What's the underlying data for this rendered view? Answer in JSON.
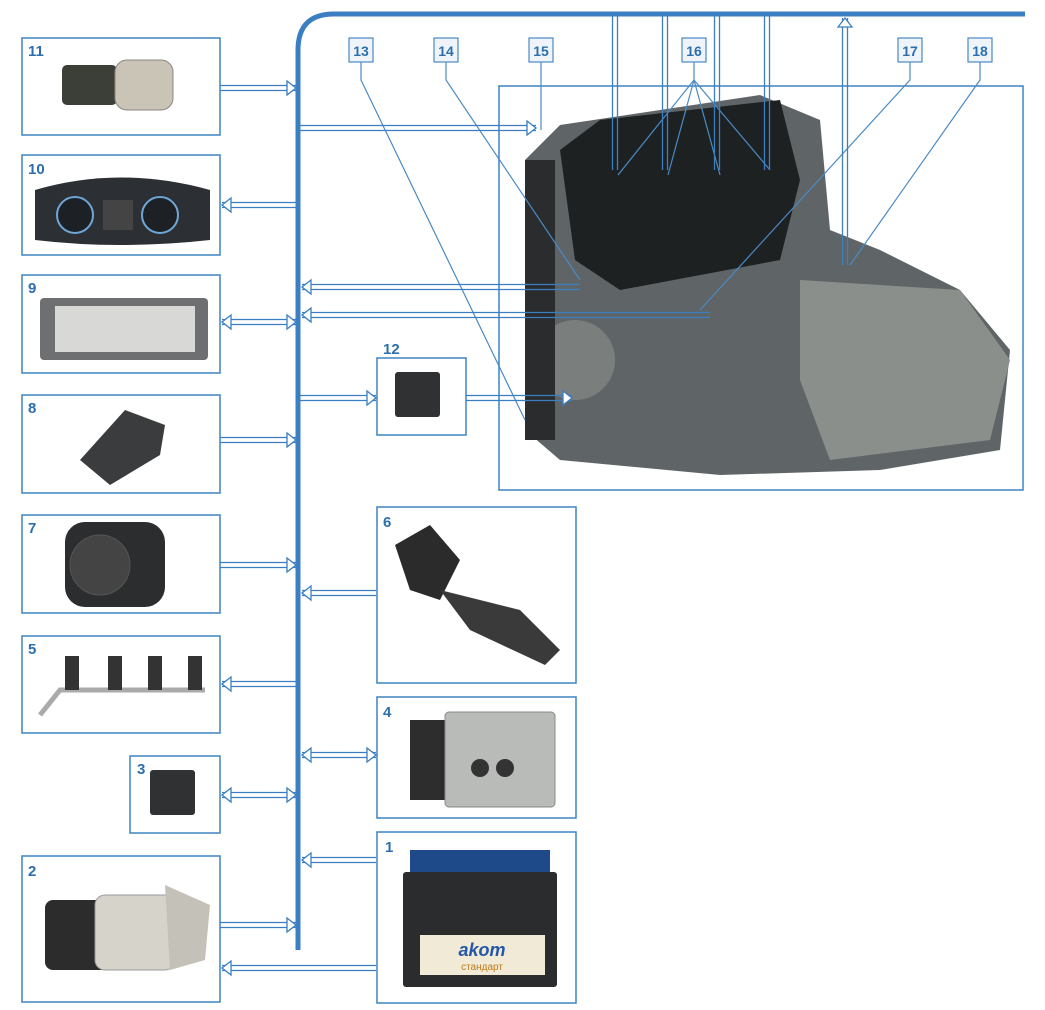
{
  "diagram": {
    "title": "Engine management system components",
    "component_numbers": [
      "1",
      "2",
      "3",
      "4",
      "5",
      "6",
      "7",
      "8",
      "9",
      "10",
      "11",
      "12"
    ],
    "callouts": [
      "13",
      "14",
      "15",
      "16",
      "17",
      "18"
    ],
    "battery_brand": "akom",
    "battery_subbrand": "стандарт"
  },
  "colors": {
    "bus": "#3b7fc2",
    "frame": "#4a8ac4",
    "label": "#2d6fae"
  }
}
